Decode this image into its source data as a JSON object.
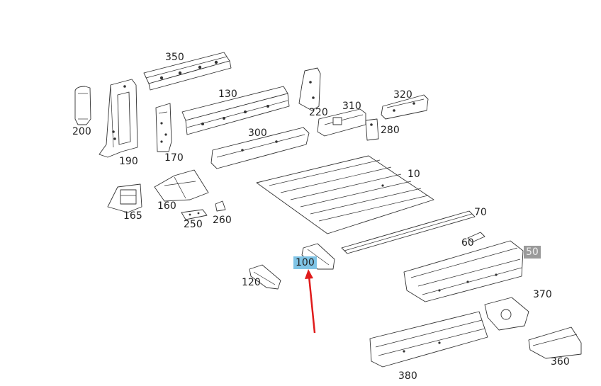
{
  "diagram": {
    "parts": [
      {
        "id": "p350",
        "label": "350"
      },
      {
        "id": "p130",
        "label": "130"
      },
      {
        "id": "p220",
        "label": "220"
      },
      {
        "id": "p310",
        "label": "310"
      },
      {
        "id": "p320",
        "label": "320"
      },
      {
        "id": "p200",
        "label": "200"
      },
      {
        "id": "p190",
        "label": "190"
      },
      {
        "id": "p170",
        "label": "170"
      },
      {
        "id": "p300",
        "label": "300"
      },
      {
        "id": "p280",
        "label": "280"
      },
      {
        "id": "p10",
        "label": "10"
      },
      {
        "id": "p165",
        "label": "165"
      },
      {
        "id": "p160",
        "label": "160"
      },
      {
        "id": "p250",
        "label": "250"
      },
      {
        "id": "p260",
        "label": "260"
      },
      {
        "id": "p70",
        "label": "70"
      },
      {
        "id": "p60",
        "label": "60"
      },
      {
        "id": "p50",
        "label": "50"
      },
      {
        "id": "p100",
        "label": "100"
      },
      {
        "id": "p120",
        "label": "120"
      },
      {
        "id": "p370",
        "label": "370"
      },
      {
        "id": "p360",
        "label": "360"
      },
      {
        "id": "p380",
        "label": "380"
      }
    ],
    "selected_part": "100",
    "highlighted_part": "50",
    "colors": {
      "selected_bg": "#7fc4e6",
      "highlight_bg": "#9a9a9a",
      "arrow": "#e01b1b",
      "line": "#333333"
    }
  }
}
